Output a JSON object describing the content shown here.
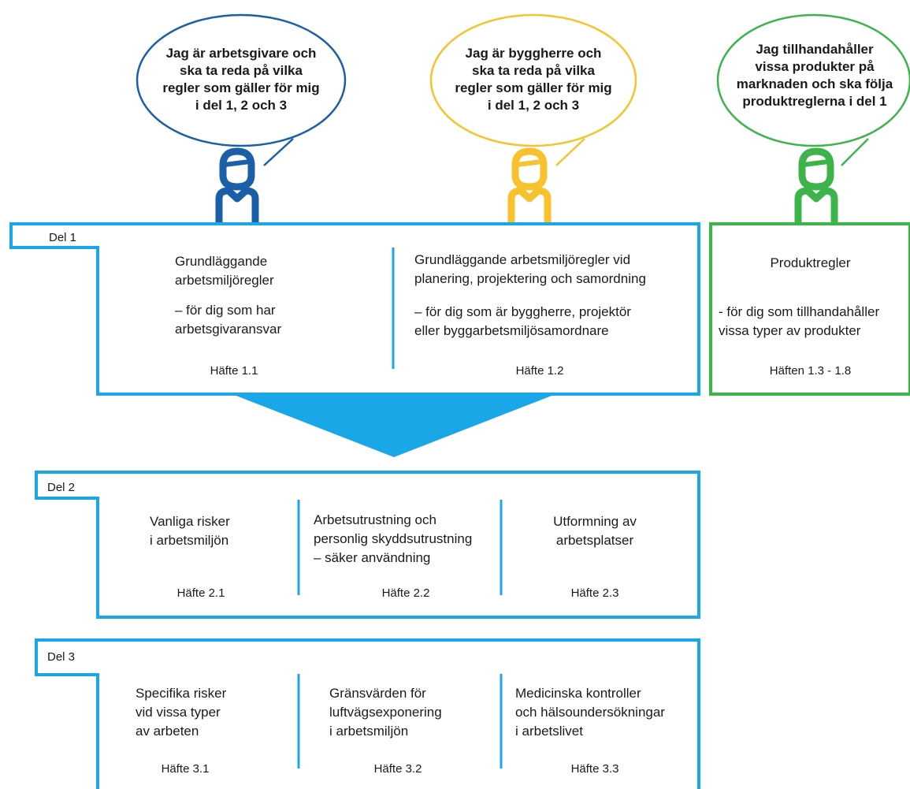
{
  "colors": {
    "blue_frame": "#1aa7e8",
    "dark_blue": "#1a5fa8",
    "yellow": "#f7c22e",
    "green": "#3cb44a"
  },
  "personas": [
    {
      "color": "#1a5fa8",
      "speech": "Jag är arbetsgivare och\nska ta reda på vilka\nregler som gäller för mig\ni del 1, 2 och 3",
      "icon": "person-icon"
    },
    {
      "color": "#f7c22e",
      "speech": "Jag är byggherre och\nska ta reda på vilka\nregler som gäller för mig\ni del 1, 2 och 3",
      "icon": "person-icon"
    },
    {
      "color": "#3cb44a",
      "speech": "Jag tillhandahåller\nvissa produkter på\nmarknaden och ska följa\nproduktreglerna i del 1",
      "icon": "person-icon"
    }
  ],
  "del1": {
    "label": "Del 1",
    "col1": {
      "title": "Grundläggande\narbetsmiljöregler",
      "subtitle": "– för dig som har\narbetsgivaransvar",
      "booklet": "Häfte 1.1"
    },
    "col2": {
      "title": "Grundläggande arbetsmiljöregler vid\nplanering, projektering och samordning",
      "subtitle": "– för dig som är byggherre, projektör\neller byggarbetsmiljösamordnare",
      "booklet": "Häfte 1.2"
    },
    "products": {
      "title": "Produktregler",
      "subtitle": "- för dig som tillhandahåller\nvissa typer av produkter",
      "booklet": "Häften 1.3 - 1.8"
    }
  },
  "del2": {
    "label": "Del 2",
    "cols": [
      {
        "title": "Vanliga risker\ni arbetsmiljön",
        "booklet": "Häfte 2.1"
      },
      {
        "title": "Arbetsutrustning och\npersonlig skyddsutrustning\n– säker användning",
        "booklet": "Häfte 2.2"
      },
      {
        "title": "Utformning av\narbetsplatser",
        "booklet": "Häfte 2.3"
      }
    ]
  },
  "del3": {
    "label": "Del 3",
    "cols": [
      {
        "title": "Specifika risker\nvid vissa typer\nav arbeten",
        "booklet": "Häfte 3.1"
      },
      {
        "title": "Gränsvärden för\nluftvägsexponering\ni arbetsmiljön",
        "booklet": "Häfte 3.2"
      },
      {
        "title": "Medicinska kontroller\noch hälsoundersökningar\ni arbetslivet",
        "booklet": "Häfte 3.3"
      }
    ]
  }
}
